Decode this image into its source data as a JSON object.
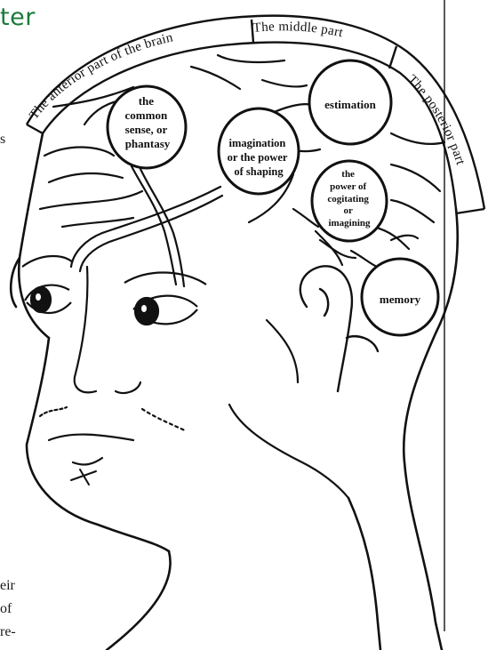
{
  "page": {
    "heading_fragment": "ter",
    "margin_fragments": [
      "s",
      "eir",
      "of",
      "re-"
    ]
  },
  "regions": {
    "anterior": "The anterior part of the brain",
    "middle": "The middle part",
    "posterior": "The posterior part"
  },
  "faculties": {
    "common_sense": [
      "the",
      "common",
      "sense, or",
      "phantasy"
    ],
    "imagination": [
      "imagination",
      "or the power",
      "of shaping"
    ],
    "estimation": [
      "estimation"
    ],
    "cogitating": [
      "the",
      "power of",
      "cogitating",
      "or",
      "imagining"
    ],
    "memory": [
      "memory"
    ]
  },
  "colors": {
    "heading": "#1a7a3a",
    "ink": "#111111"
  }
}
